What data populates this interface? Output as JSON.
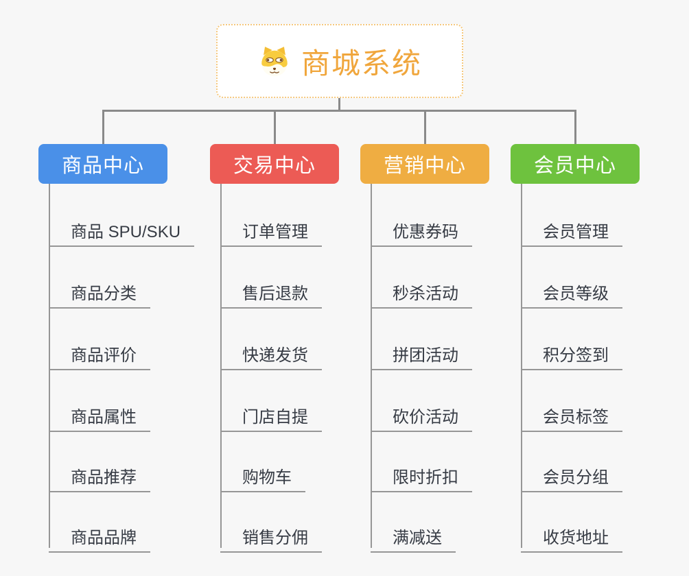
{
  "root": {
    "title": "商城系统",
    "icon": "doge-icon"
  },
  "colors": {
    "page_bg": "#f7f7f7",
    "root_text": "#f0a63c",
    "root_border": "#f5c87d",
    "connector": "#8a8a8a",
    "leaf_line": "#969696",
    "leaf_text": "#363b44"
  },
  "branches": [
    {
      "label": "商品中心",
      "color": "#4a90e8",
      "children": [
        "商品 SPU/SKU",
        "商品分类",
        "商品评价",
        "商品属性",
        "商品推荐",
        "商品品牌"
      ]
    },
    {
      "label": "交易中心",
      "color": "#ec5b55",
      "children": [
        "订单管理",
        "售后退款",
        "快递发货",
        "门店自提",
        "购物车",
        "销售分佣"
      ]
    },
    {
      "label": "营销中心",
      "color": "#efad42",
      "children": [
        "优惠券码",
        "秒杀活动",
        "拼团活动",
        "砍价活动",
        "限时折扣",
        "满减送"
      ]
    },
    {
      "label": "会员中心",
      "color": "#6ec23e",
      "children": [
        "会员管理",
        "会员等级",
        "积分签到",
        "会员标签",
        "会员分组",
        "收货地址"
      ]
    }
  ]
}
